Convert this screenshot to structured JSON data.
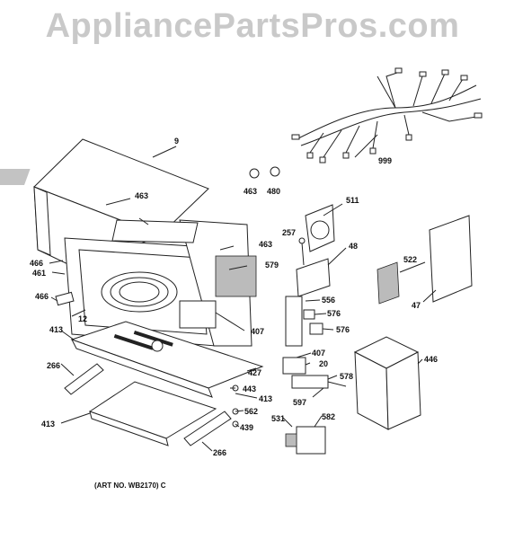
{
  "watermark": "AppliancePartsPros.com",
  "art_number": "(ART NO. WB2170) C",
  "callouts": {
    "c9": "9",
    "c463a": "463",
    "c463b": "463",
    "c463c": "463",
    "c480": "480",
    "c999": "999",
    "c511": "511",
    "c257": "257",
    "c48": "48",
    "c522": "522",
    "c47": "47",
    "c466a": "466",
    "c461": "461",
    "c466b": "466",
    "c12": "12",
    "c579": "579",
    "c407a": "407",
    "c413a": "413",
    "c556": "556",
    "c576a": "576",
    "c576b": "576",
    "c266a": "266",
    "c427": "427",
    "c443": "443",
    "c413b": "413",
    "c407b": "407",
    "c20": "20",
    "c578": "578",
    "c597": "597",
    "c446": "446",
    "c562": "562",
    "c413c": "413",
    "c439": "439",
    "c531": "531",
    "c582": "582",
    "c266b": "266"
  }
}
